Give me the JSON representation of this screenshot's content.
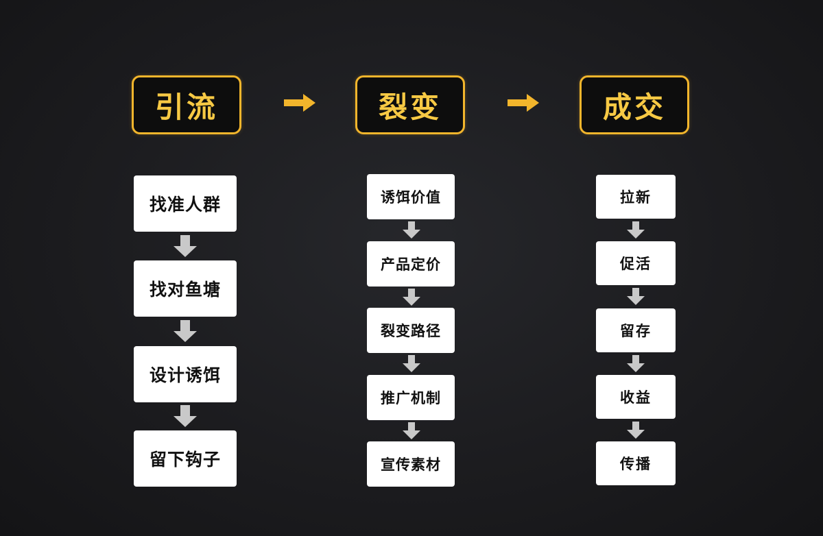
{
  "colors": {
    "background": "#1c1c1f",
    "accent": "#f2b52c",
    "header_text": "#f7c944",
    "box_fill": "#ffffff",
    "box_text": "#111111",
    "down_arrow": "#c9c9c9"
  },
  "stages": [
    {
      "title": "引流",
      "steps": [
        "找准人群",
        "找对鱼塘",
        "设计诱饵",
        "留下钩子"
      ]
    },
    {
      "title": "裂变",
      "steps": [
        "诱饵价值",
        "产品定价",
        "裂变路径",
        "推广机制",
        "宣传素材"
      ]
    },
    {
      "title": "成交",
      "steps": [
        "拉新",
        "促活",
        "留存",
        "收益",
        "传播"
      ]
    }
  ],
  "icons": {
    "stage_connector": "right-arrow-icon",
    "step_connector": "down-arrow-icon"
  }
}
